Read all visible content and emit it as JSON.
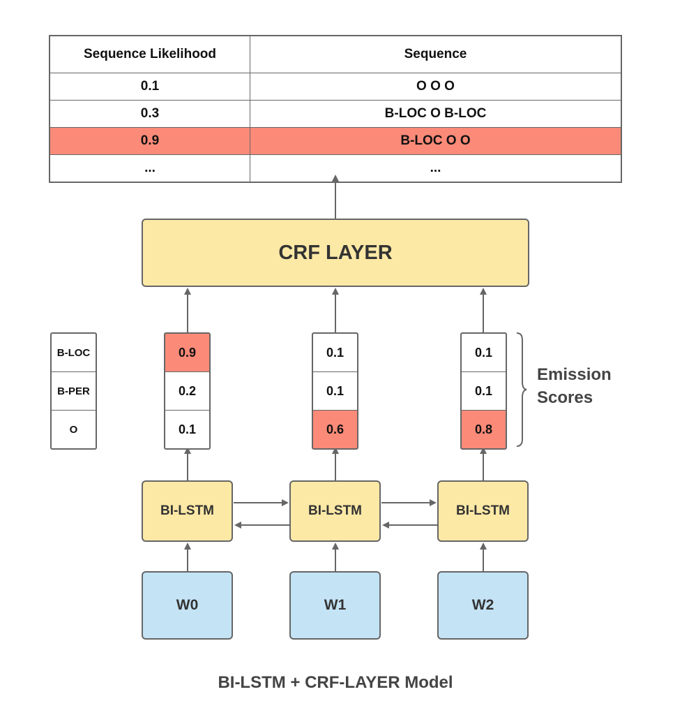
{
  "table": {
    "headers": [
      "Sequence Likelihood",
      "Sequence"
    ],
    "rows": [
      {
        "likelihood": "0.1",
        "sequence": "O O O",
        "highlighted": false
      },
      {
        "likelihood": "0.3",
        "sequence": "B-LOC O B-LOC",
        "highlighted": false
      },
      {
        "likelihood": "0.9",
        "sequence": "B-LOC O O",
        "highlighted": true
      },
      {
        "likelihood": "...",
        "sequence": "...",
        "highlighted": false
      }
    ]
  },
  "crf_layer": {
    "label": "CRF LAYER"
  },
  "tag_labels": [
    "B-LOC",
    "B-PER",
    "O"
  ],
  "emission_columns": [
    {
      "values": [
        "0.9",
        "0.2",
        "0.1"
      ],
      "highlight_index": 0
    },
    {
      "values": [
        "0.1",
        "0.1",
        "0.6"
      ],
      "highlight_index": 2
    },
    {
      "values": [
        "0.1",
        "0.1",
        "0.8"
      ],
      "highlight_index": 2
    }
  ],
  "emission_label": {
    "line1": "Emission",
    "line2": "Scores"
  },
  "lstm_cells": [
    "BI-LSTM",
    "BI-LSTM",
    "BI-LSTM"
  ],
  "words": [
    "W0",
    "W1",
    "W2"
  ],
  "caption": "BI-LSTM + CRF-LAYER Model",
  "colors": {
    "highlight": "#fb8a78",
    "layer_fill": "#fde9a6",
    "word_fill": "#c4e3f5",
    "stroke": "#666666"
  }
}
